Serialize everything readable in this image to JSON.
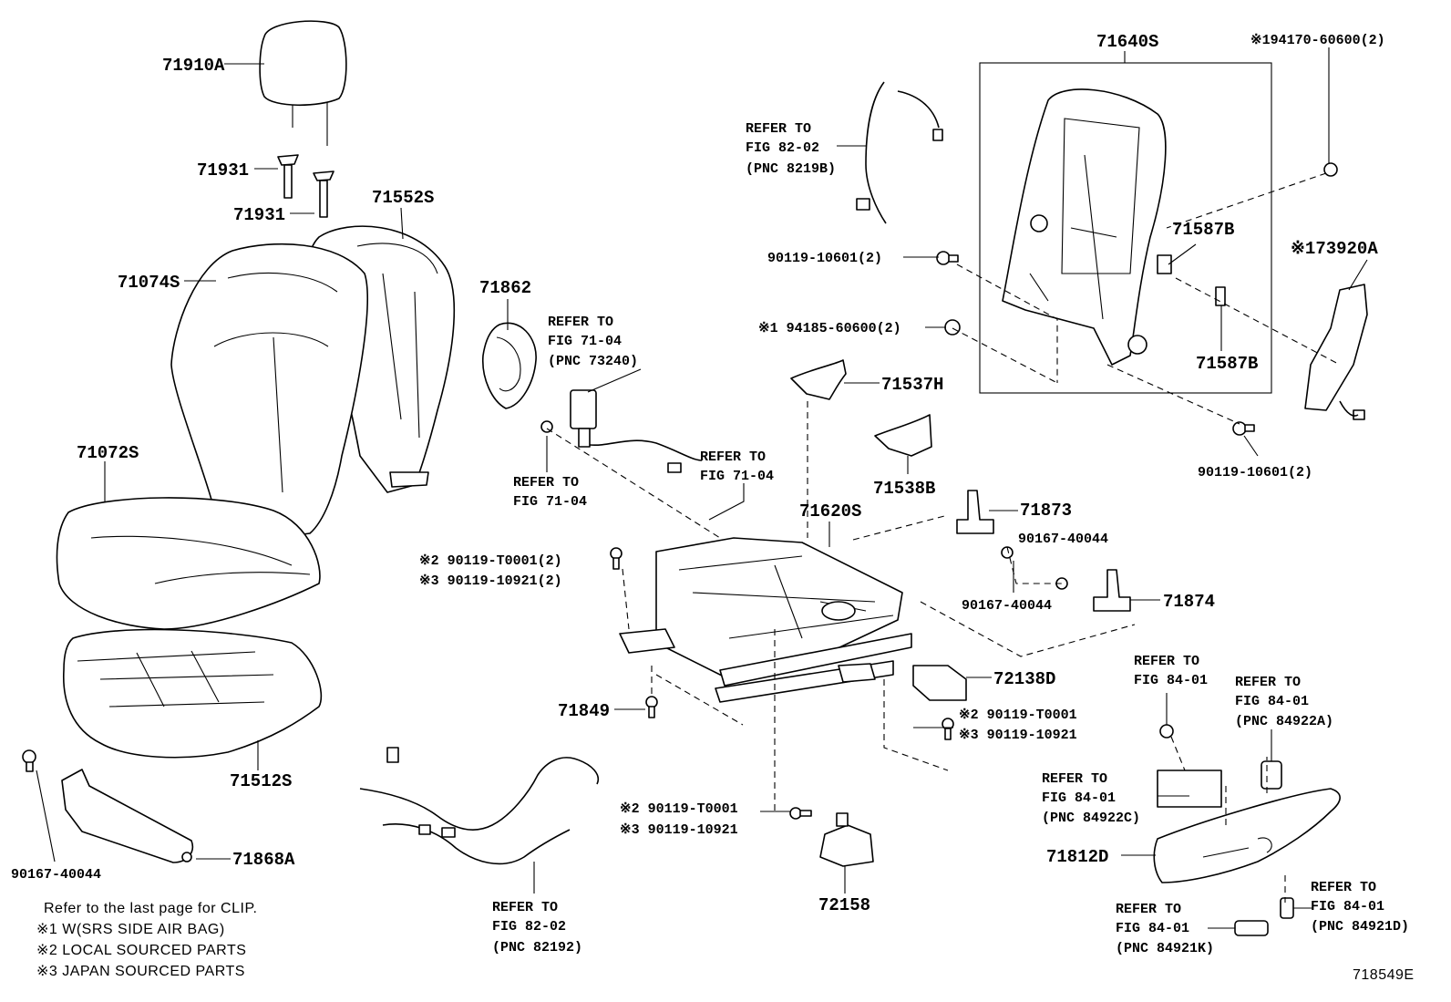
{
  "labels": {
    "headrest": "71910A",
    "support_1": "71931",
    "support_2": "71931",
    "back_cover": "71552S",
    "back_pad": "71074S",
    "wire_ring": "71862",
    "cushion_cover": "71072S",
    "cushion_pad": "71512S",
    "bolt_left": "90167-40044",
    "shield": "71868A",
    "frame_assy": "71640S",
    "clip_airbag_top": "※194170-60600(2)",
    "bolt_frame_1": "90119-10601(2)",
    "bracket_a": "71587B",
    "bracket_b": "71587B",
    "airbag": "※173920A",
    "nut_airbag": "※1 94185-60600(2)",
    "bolt_frame_2": "90119-10601(2)",
    "hinge_cover_h": "71537H",
    "hinge_cover_b": "71538B",
    "adjuster": "71620S",
    "hook_1": "71873",
    "bolt_hook_1": "90167-40044",
    "bolt_hook_2": "90167-40044",
    "hook_2": "71874",
    "plate": "72138D",
    "clip_71849": "71849",
    "shield_side": "71812D",
    "wire_72158": "72158",
    "bolt_a": "※2 90119-T0001(2)",
    "bolt_b": "※3 90119-10921(2)",
    "bolt_c": "※2 90119-T0001",
    "bolt_d": "※3 90119-10921",
    "bolt_e": "※2 90119-T0001",
    "bolt_f": "※3 90119-10921"
  },
  "refs": {
    "r8219b": [
      "REFER TO",
      "FIG 82-02",
      "(PNC 8219B)"
    ],
    "r73240": [
      "REFER TO",
      "FIG 71-04",
      "(PNC 73240)"
    ],
    "r7104a": [
      "REFER TO",
      "FIG 71-04"
    ],
    "r7104b": [
      "REFER TO",
      "FIG 71-04"
    ],
    "r82192": [
      "REFER TO",
      "FIG 82-02",
      "(PNC 82192)"
    ],
    "r8401a": [
      "REFER TO",
      "FIG 84-01"
    ],
    "r84922a": [
      "REFER TO",
      "FIG 84-01",
      "(PNC 84922A)"
    ],
    "r84922c": [
      "REFER TO",
      "FIG 84-01",
      "(PNC 84922C)"
    ],
    "r84921d": [
      "REFER TO",
      "FIG 84-01",
      "(PNC 84921D)"
    ],
    "r84921k": [
      "REFER TO",
      "FIG 84-01",
      "(PNC 84921K)"
    ]
  },
  "notes": {
    "clip_note": "Refer to the last page for CLIP.",
    "note1": "※1  W(SRS  SIDE  AIR  BAG)",
    "note2": "※2  LOCAL  SOURCED  PARTS",
    "note3": "※3  JAPAN  SOURCED  PARTS"
  },
  "figure_id": "718549E"
}
